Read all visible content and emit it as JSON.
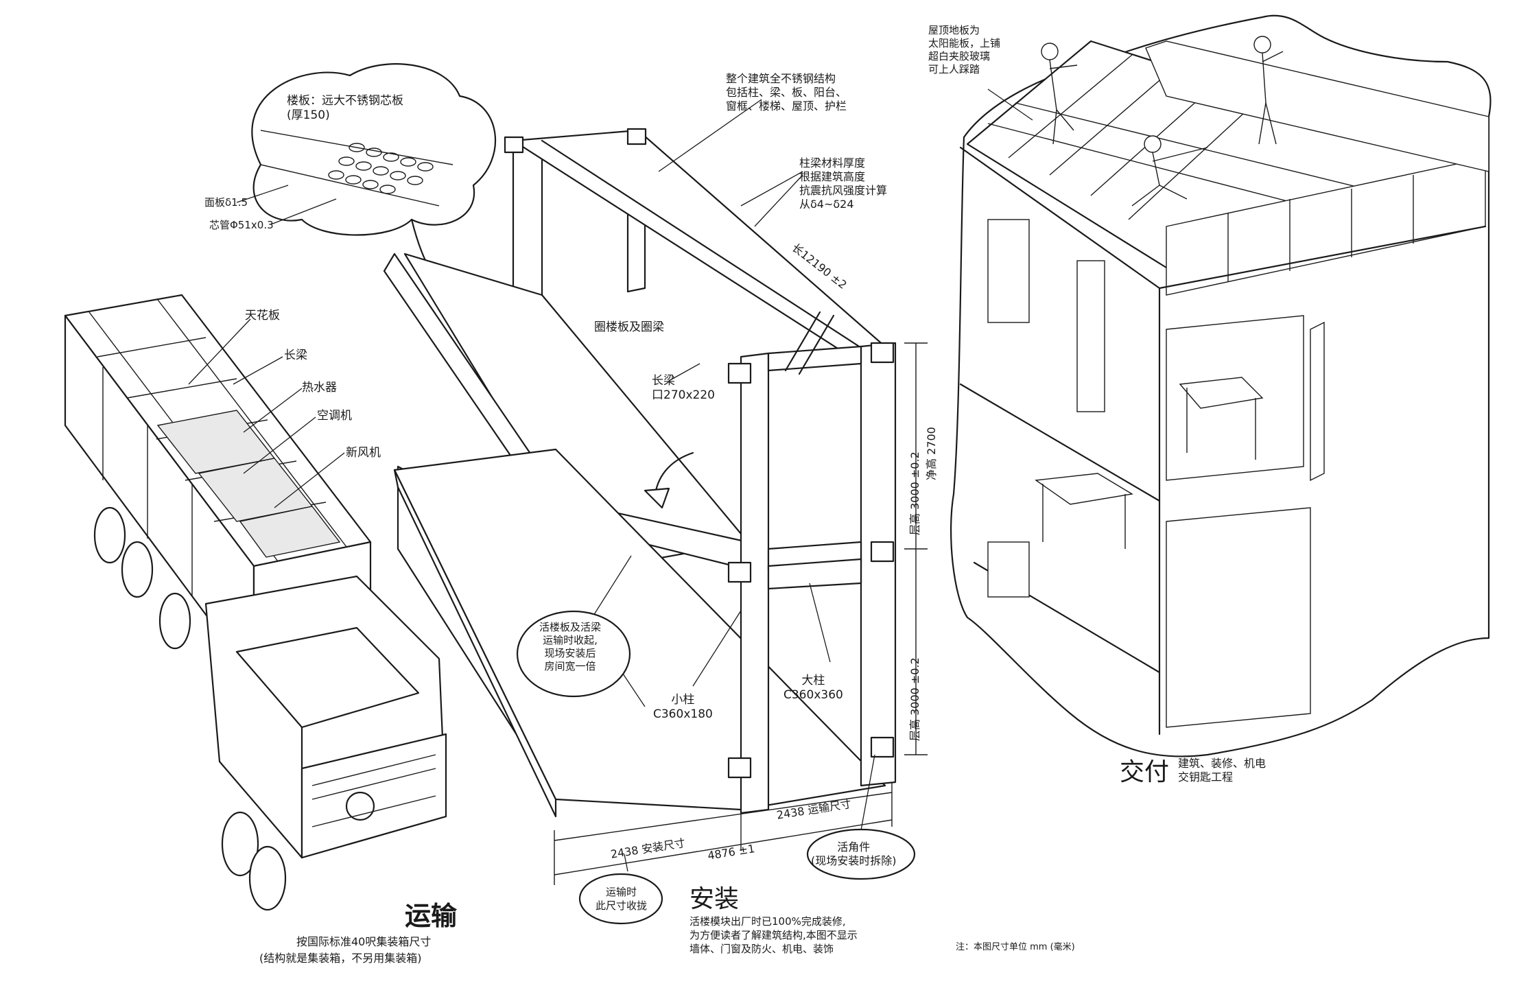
{
  "panels": {
    "transport": {
      "title": "运输",
      "subtitle_line1": "按国际标准40呎集装箱尺寸",
      "subtitle_line2": "(结构就是集装箱，不另用集装箱)",
      "labels": {
        "ceiling": "天花板",
        "long_beam": "长梁",
        "water_heater": "热水器",
        "air_conditioner": "空调机",
        "fresh_air": "新风机"
      },
      "callout": {
        "title": "楼板：远大不锈钢芯板\n(厚150)",
        "panel": "面板δ1.5",
        "core": "芯管Φ51x0.3"
      }
    },
    "install": {
      "title": "安装",
      "desc": "活楼模块出厂时已100%完成装修,\n为方便读者了解建筑结构,本图不显示\n墙体、门窗及防火、机电、装饰",
      "labels": {
        "steel_structure": "整个建筑全不锈钢结构\n包括柱、梁、板、阳台、\n窗框、楼梯、屋顶、护栏",
        "thickness": "柱梁材料厚度\n根据建筑高度\n抗震抗风强度计算\n从δ4~δ24",
        "length": "长12190 ±2",
        "ring_slab": "圈楼板及圈梁",
        "long_beam": "长梁\n口270x220",
        "movable_slab": "活楼板及活梁\n运输时收起,\n现场安装后\n房间宽一倍",
        "small_column": "小柱\nC360x180",
        "big_column": "大柱\nC360x360",
        "floor_height_upper": "层高 3000 ±0.2",
        "net_height": "净高 2700",
        "floor_height_lower": "层高 3000 ±0.2",
        "install_size": "2438 安装尺寸",
        "transport_size": "2438 运输尺寸",
        "total_width": "4876 ±1",
        "corner_piece": "活角件\n(现场安装时拆除)",
        "fold_note": "运输时\n此尺寸收拢"
      }
    },
    "delivery": {
      "title": "交付",
      "desc": "建筑、装修、机电\n交钥匙工程",
      "roof_note": "屋顶地板为\n太阳能板，上铺\n超白夹胶玻璃\n可上人踩踏"
    }
  },
  "note": "注：本图尺寸单位 mm (毫米)",
  "colors": {
    "ink": "#1a1a1a",
    "background": "#ffffff"
  }
}
